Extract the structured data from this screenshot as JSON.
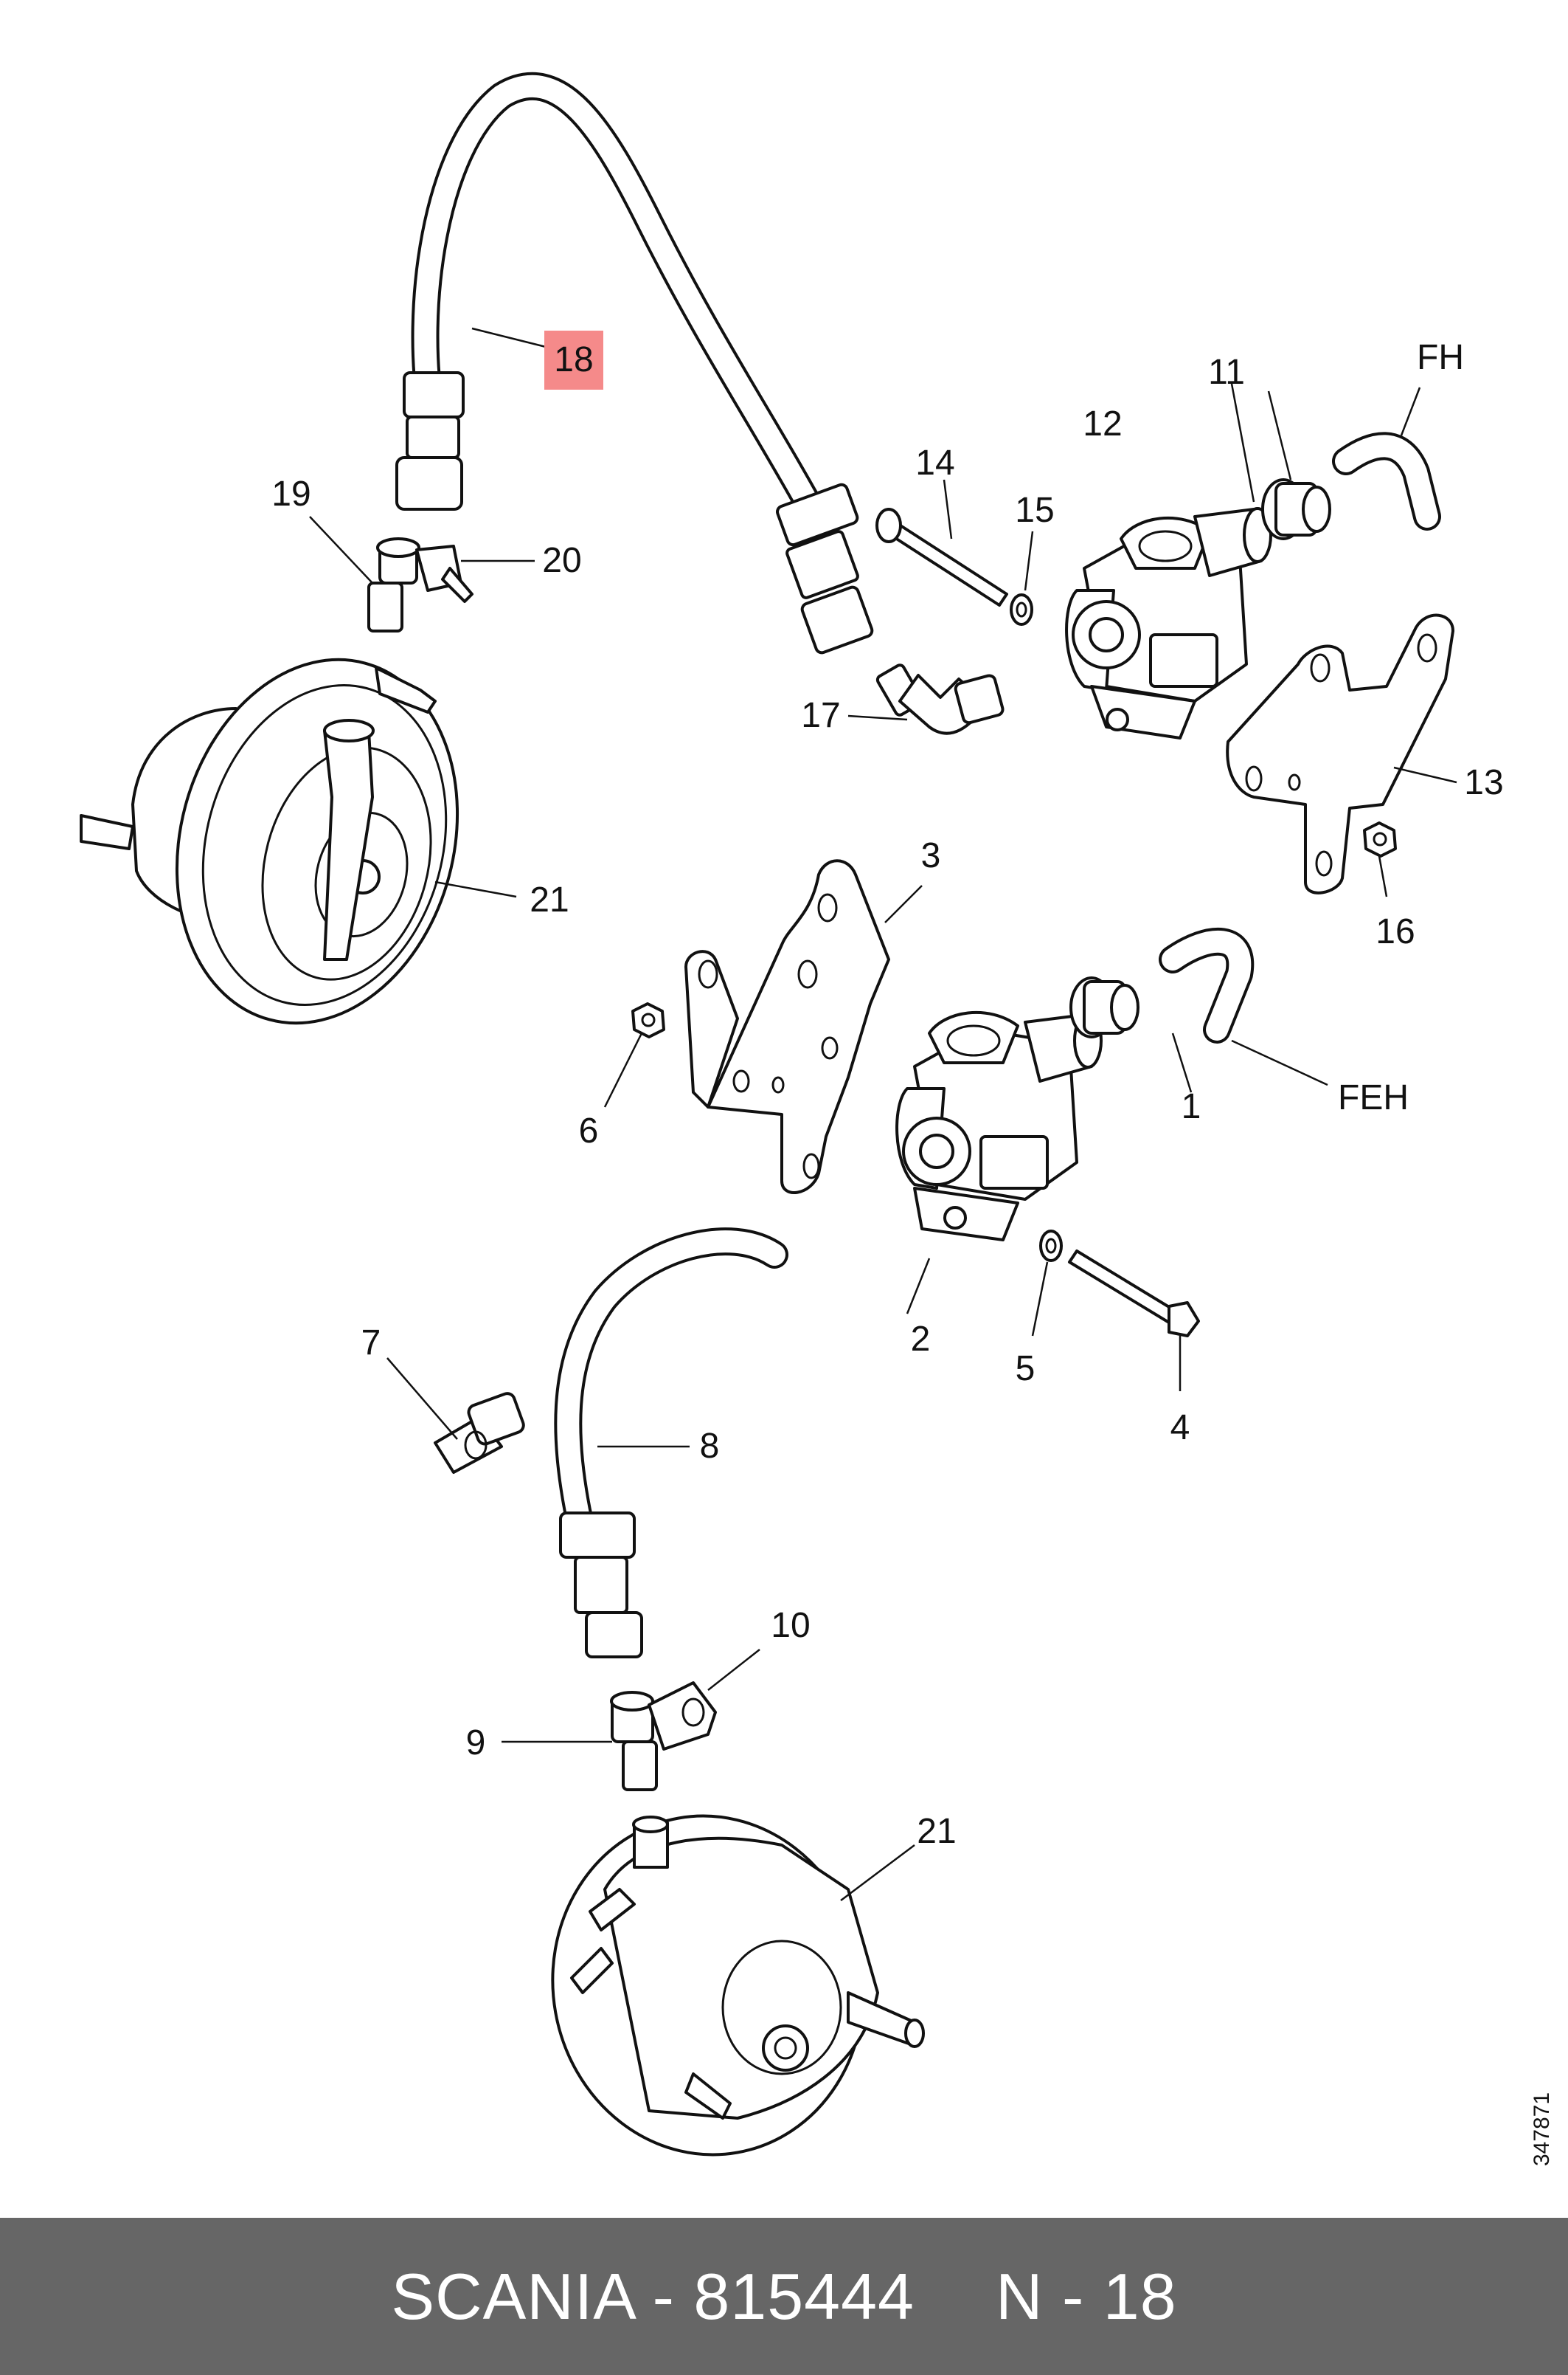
{
  "labels": {
    "l1": "1",
    "l2": "2",
    "l3": "3",
    "l4": "4",
    "l5": "5",
    "l6": "6",
    "l7": "7",
    "l8": "8",
    "l9": "9",
    "l10": "10",
    "l11": "11",
    "l12": "12",
    "l13": "13",
    "l14": "14",
    "l15": "15",
    "l16": "16",
    "l17": "17",
    "l18": "18",
    "l19": "19",
    "l20": "20",
    "l21a": "21",
    "l21b": "21",
    "fh": "FH",
    "feh": "FEH"
  },
  "highlight_color": "#f58a8a",
  "image_number": "347871",
  "footer": {
    "brand": "SCANIA - 815444",
    "ref": "N - 18"
  }
}
